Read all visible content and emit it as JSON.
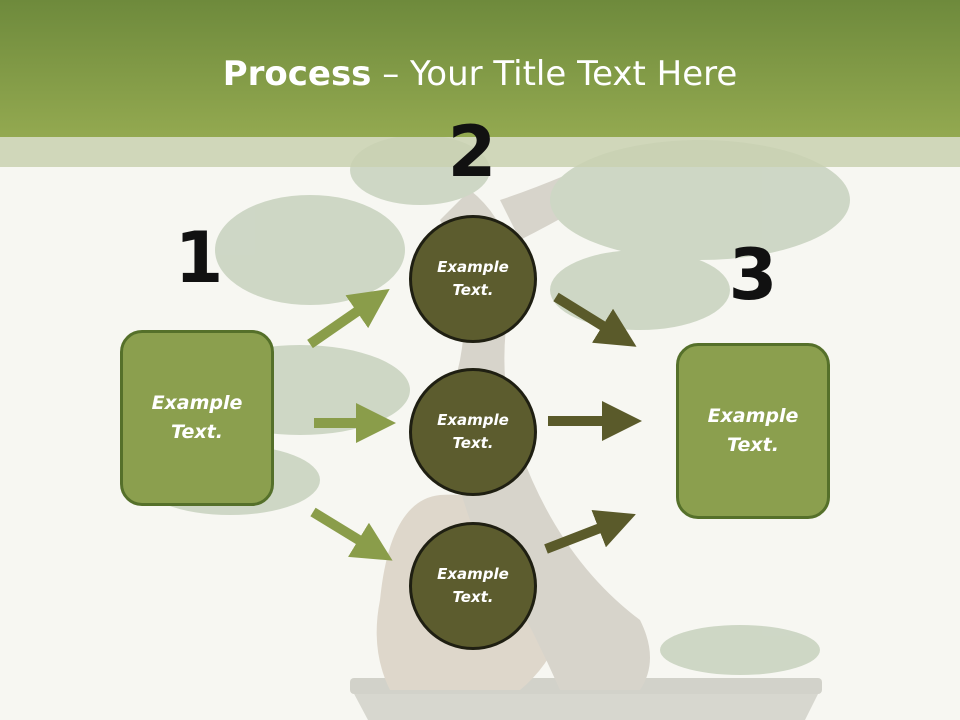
{
  "slide": {
    "title_bold": "Process",
    "title_rest": " – Your Title Text Here"
  },
  "steps": {
    "one": {
      "number": "1",
      "text": "Example Text."
    },
    "two": {
      "number": "2"
    },
    "three": {
      "number": "3",
      "text": "Example Text."
    }
  },
  "circles": [
    {
      "text": "Example Text."
    },
    {
      "text": "Example Text."
    },
    {
      "text": "Example Text."
    }
  ],
  "colors": {
    "header": "#7f9944",
    "box_fill": "#8b9f4e",
    "circle_fill": "#5c5c2e",
    "arrow_light": "#8a9d4a",
    "arrow_dark": "#5a5a2a"
  }
}
